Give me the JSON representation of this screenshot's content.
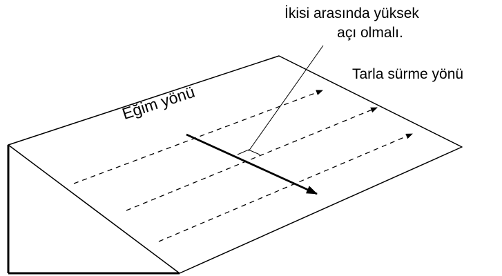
{
  "annotation": {
    "line1": "İkisi arasında yüksek",
    "line2": "açı olmalı."
  },
  "plow_direction_label": "Tarla sürme yönü",
  "slope_direction_label": "Eğim yönü",
  "colors": {
    "ink": "#000000",
    "background": "#ffffff"
  }
}
